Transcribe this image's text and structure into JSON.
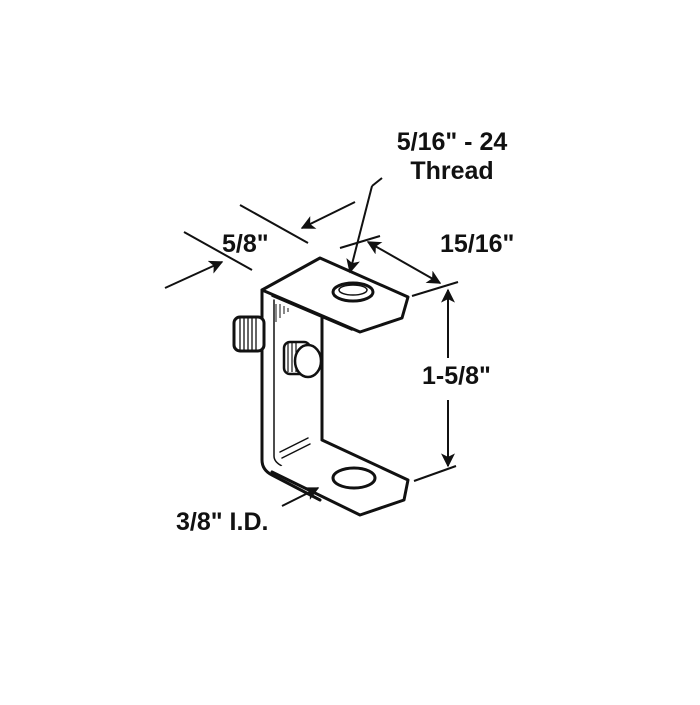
{
  "diagram": {
    "subject": "U-shaped bracket with threaded stud",
    "line_color": "#111111",
    "background": "#ffffff",
    "labels": {
      "thread_line1": "5/16\" - 24",
      "thread_line2": "Thread",
      "width": "5/8\"",
      "depth": "15/16\"",
      "height": "1-5/8\"",
      "hole": "3/8\" I.D."
    }
  }
}
